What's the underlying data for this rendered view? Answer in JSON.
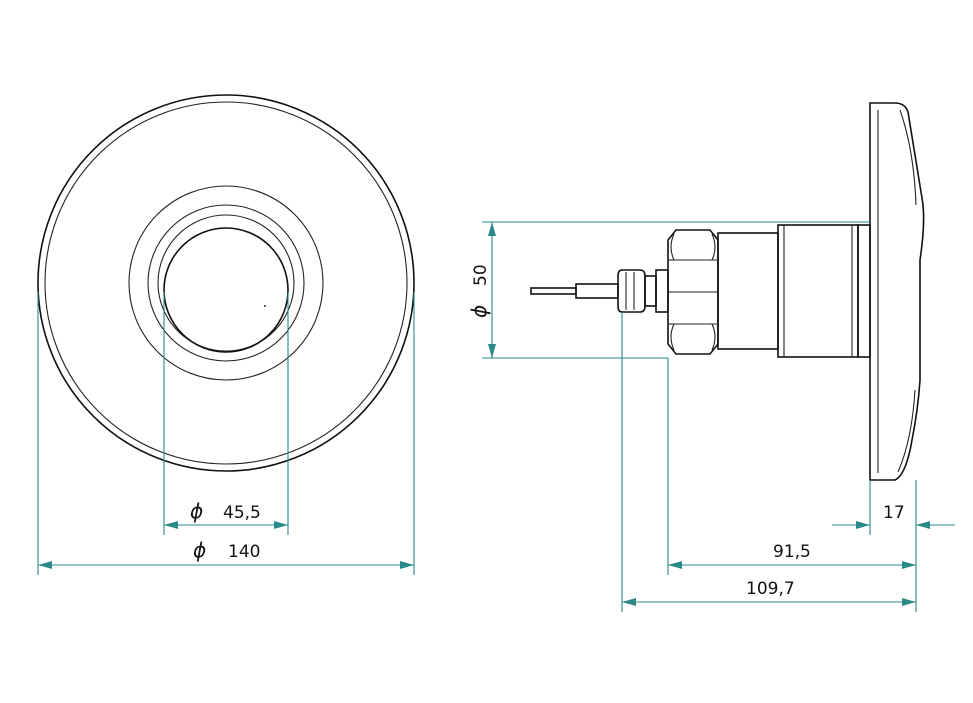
{
  "dimensions": {
    "inner_diameter": {
      "symbol": "ϕ",
      "value": "45,5"
    },
    "outer_diameter": {
      "symbol": "ϕ",
      "value": "140"
    },
    "body_diameter": {
      "symbol": "ϕ",
      "value": "50"
    },
    "flange_thickness": {
      "value": "17"
    },
    "body_length": {
      "value": "91,5"
    },
    "total_length": {
      "value": "109,7"
    }
  },
  "colors": {
    "dimension_lines": "#2a8a8a",
    "outline": "#111111"
  }
}
